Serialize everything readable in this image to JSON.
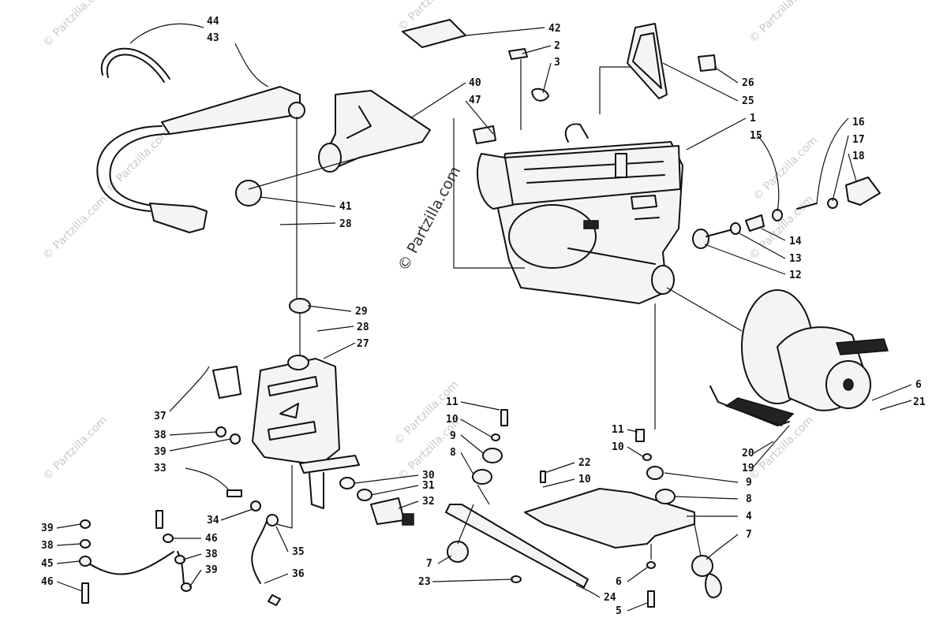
{
  "watermark_small": "© Partzilla.com",
  "watermark_center": "© Partzilla.com",
  "callouts": [
    {
      "id": "44",
      "text": "44"
    },
    {
      "id": "43",
      "text": "43"
    },
    {
      "id": "42",
      "text": "42"
    },
    {
      "id": "2",
      "text": "2"
    },
    {
      "id": "3",
      "text": "3"
    },
    {
      "id": "40",
      "text": "40"
    },
    {
      "id": "47",
      "text": "47"
    },
    {
      "id": "26",
      "text": "26"
    },
    {
      "id": "25",
      "text": "25"
    },
    {
      "id": "1",
      "text": "1"
    },
    {
      "id": "15",
      "text": "15"
    },
    {
      "id": "16",
      "text": "16"
    },
    {
      "id": "17",
      "text": "17"
    },
    {
      "id": "18",
      "text": "18"
    },
    {
      "id": "41",
      "text": "41"
    },
    {
      "id": "28a",
      "text": "28"
    },
    {
      "id": "14",
      "text": "14"
    },
    {
      "id": "13",
      "text": "13"
    },
    {
      "id": "12",
      "text": "12"
    },
    {
      "id": "29",
      "text": "29"
    },
    {
      "id": "28b",
      "text": "28"
    },
    {
      "id": "27",
      "text": "27"
    },
    {
      "id": "37",
      "text": "37"
    },
    {
      "id": "38a",
      "text": "38"
    },
    {
      "id": "39a",
      "text": "39"
    },
    {
      "id": "33",
      "text": "33"
    },
    {
      "id": "11a",
      "text": "11"
    },
    {
      "id": "10a",
      "text": "10"
    },
    {
      "id": "9a",
      "text": "9"
    },
    {
      "id": "8a",
      "text": "8"
    },
    {
      "id": "11b",
      "text": "11"
    },
    {
      "id": "10b",
      "text": "10"
    },
    {
      "id": "22",
      "text": "22"
    },
    {
      "id": "10c",
      "text": "10"
    },
    {
      "id": "9b",
      "text": "9"
    },
    {
      "id": "8b",
      "text": "8"
    },
    {
      "id": "6a",
      "text": "6"
    },
    {
      "id": "21",
      "text": "21"
    },
    {
      "id": "20",
      "text": "20"
    },
    {
      "id": "19",
      "text": "19"
    },
    {
      "id": "30",
      "text": "30"
    },
    {
      "id": "31",
      "text": "31"
    },
    {
      "id": "32",
      "text": "32"
    },
    {
      "id": "34",
      "text": "34"
    },
    {
      "id": "35",
      "text": "35"
    },
    {
      "id": "36",
      "text": "36"
    },
    {
      "id": "46a",
      "text": "46"
    },
    {
      "id": "38b",
      "text": "38"
    },
    {
      "id": "39b",
      "text": "39"
    },
    {
      "id": "39c",
      "text": "39"
    },
    {
      "id": "38c",
      "text": "38"
    },
    {
      "id": "45",
      "text": "45"
    },
    {
      "id": "46b",
      "text": "46"
    },
    {
      "id": "4",
      "text": "4"
    },
    {
      "id": "7a",
      "text": "7"
    },
    {
      "id": "7b",
      "text": "7"
    },
    {
      "id": "23",
      "text": "23"
    },
    {
      "id": "24",
      "text": "24"
    },
    {
      "id": "6b",
      "text": "6"
    },
    {
      "id": "5",
      "text": "5"
    }
  ]
}
